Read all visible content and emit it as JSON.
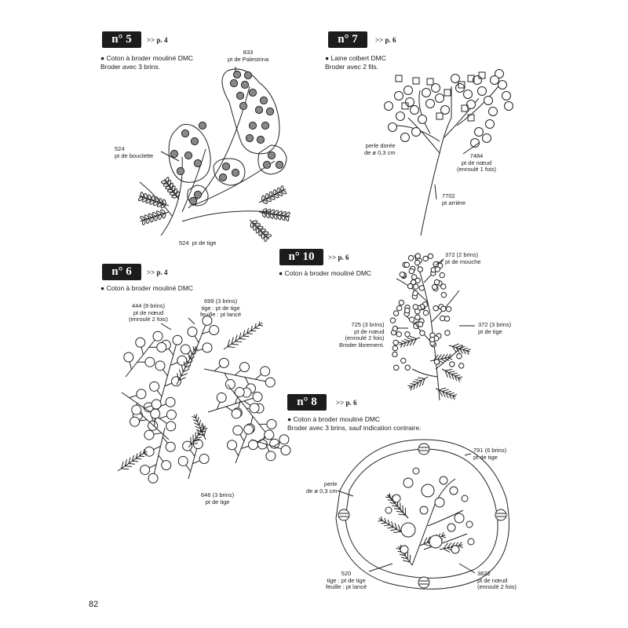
{
  "page_number": "82",
  "designs": [
    {
      "badge": "n° 5",
      "ref": ">> p. 4",
      "desc": [
        "Coton à broder mouliné DMC",
        "Broder avec 3 brins."
      ],
      "labels": [
        "833\npt de Palestrina",
        "524\npt de bouclette",
        "524  pt de tige"
      ]
    },
    {
      "badge": "n° 7",
      "ref": ">> p. 6",
      "desc": [
        "Laine colbert DMC",
        "Broder avec 2 fils."
      ],
      "labels": [
        "perle dorée\nde ø 0,3 cm",
        "7484\npt de nœud\n(enroulé 1 fois)",
        "7702\npt arrière"
      ]
    },
    {
      "badge": "n° 6",
      "ref": ">> p. 4",
      "desc": [
        "Coton à broder mouliné DMC"
      ],
      "labels": [
        "444 (9 brins)\npt de nœud\n(enroulé 2 fois)",
        "699 (3 brins)\ntige : pt de tige\nfeuille : pt lancé",
        "646 (3 brins)\npt de tige"
      ]
    },
    {
      "badge": "n° 10",
      "ref": ">> p. 6",
      "desc": [
        "Coton à broder mouliné DMC"
      ],
      "labels": [
        "372 (2 brins)\npt de mouche",
        "725 (3 brins)\npt de nœud\n(enroulé 2 fois)\nBroder librement.",
        "372 (3 brins)\npt de tige"
      ]
    },
    {
      "badge": "n° 8",
      "ref": ">> p. 6",
      "desc": [
        "Coton à broder mouliné DMC",
        "Broder avec 3 brins, sauf indication contraire."
      ],
      "labels": [
        "791 (6 brins)\npt de tige",
        "perle\nde ø 0,3 cm",
        "520\ntige : pt de tige\nfeuille : pt lancé",
        "3822\npt de nœud\n(enroulé 2 fois)"
      ]
    }
  ]
}
